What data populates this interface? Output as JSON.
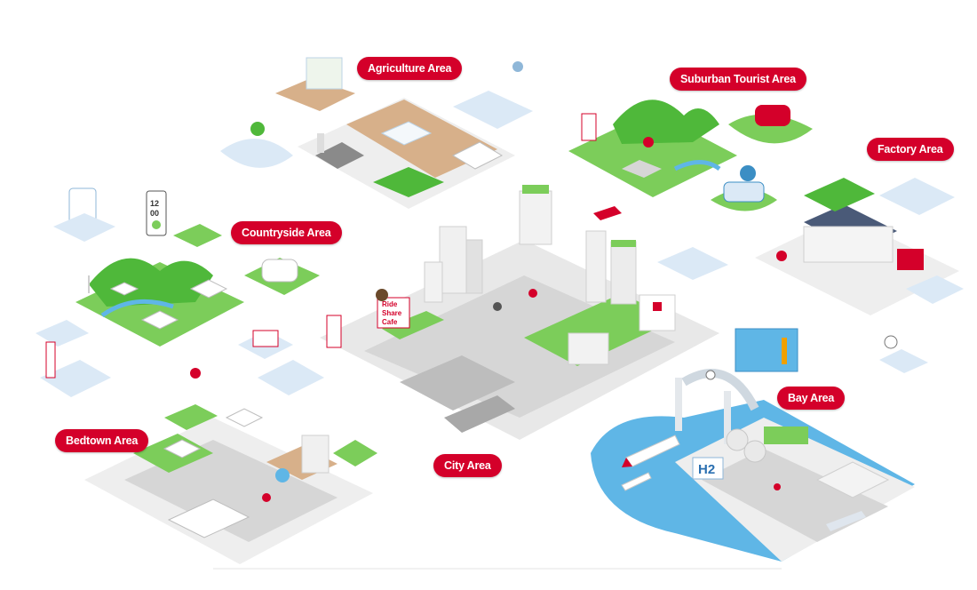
{
  "areas": {
    "agriculture": "Agriculture Area",
    "suburban_tourist": "Suburban Tourist Area",
    "factory": "Factory Area",
    "countryside": "Countryside Area",
    "bay": "Bay Area",
    "bedtown": "Bedtown Area",
    "city": "City Area"
  },
  "signs": {
    "ride_share_line1": "Ride",
    "ride_share_line2": "Share",
    "ride_share_line3": "Cafe",
    "h2": "H2",
    "clock_line1": "12",
    "clock_line2": "00"
  },
  "colors": {
    "label_bg": "#d4002a",
    "grass": "#7ccd5a",
    "water": "#5fb6e6",
    "road": "#d9d9d9",
    "panel": "#dbe9f6"
  }
}
